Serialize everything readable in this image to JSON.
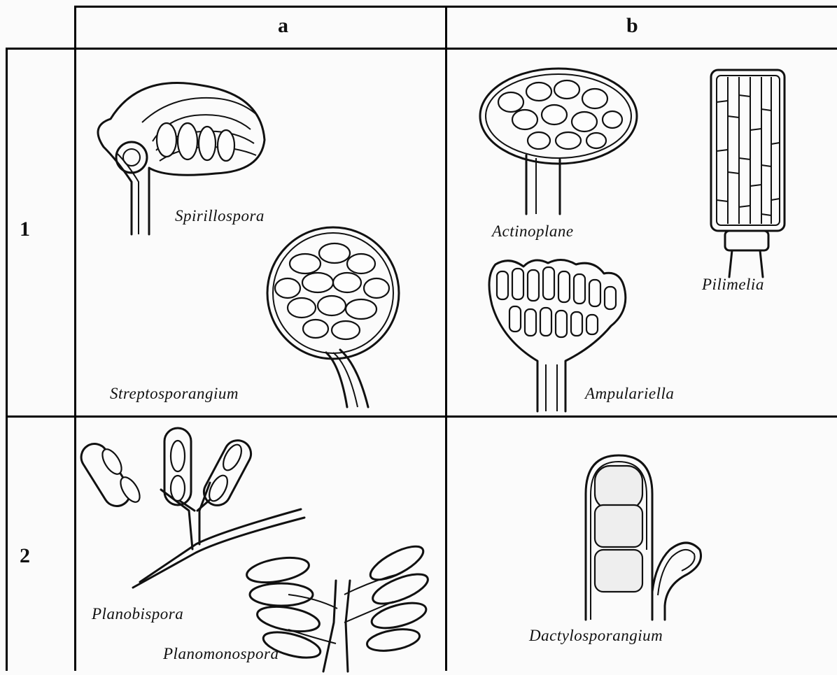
{
  "table": {
    "columns": [
      "a",
      "b"
    ],
    "rows": [
      "1",
      "2"
    ],
    "cells": {
      "r1a": [
        "Spirillospora",
        "Streptosporangium"
      ],
      "r1b": [
        "Actinoplane",
        "Pilimelia",
        "Ampulariella"
      ],
      "r2a": [
        "Planobispora",
        "Planomonospora"
      ],
      "r2b": [
        "Dactylosporangium"
      ]
    }
  }
}
